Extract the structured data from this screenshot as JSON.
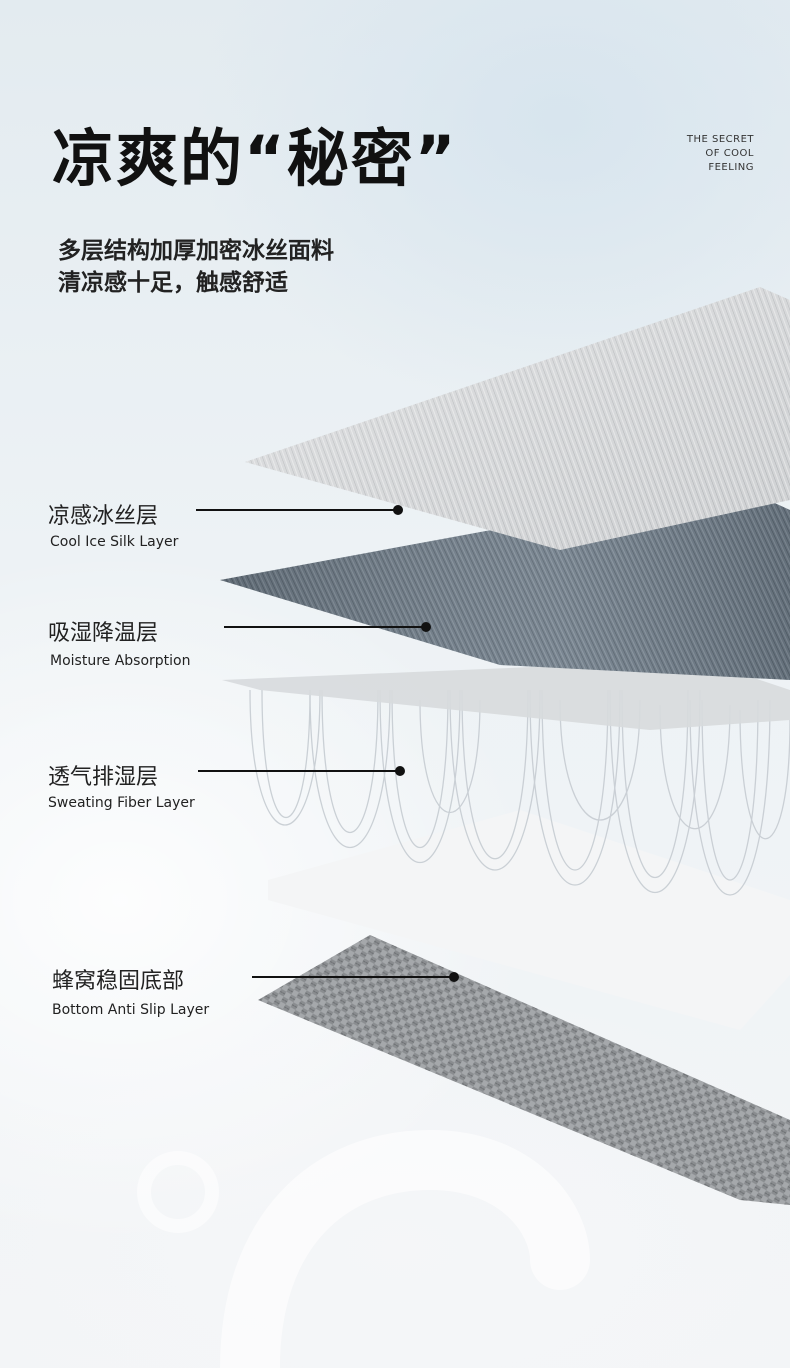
{
  "header": {
    "title": "凉爽的“秘密”",
    "tagline": [
      "THE SECRET",
      "OF COOL",
      "FEELING"
    ],
    "subtitle_lines": [
      "多层结构加厚加密冰丝面料",
      "清凉感十足，触感舒适"
    ]
  },
  "layers": [
    {
      "name_cn": "凉感冰丝层",
      "name_en": "Cool Ice Silk Layer"
    },
    {
      "name_cn": "吸湿降温层",
      "name_en": "Moisture  Absorption"
    },
    {
      "name_cn": "透气排湿层",
      "name_en": "Sweating Fiber Layer"
    },
    {
      "name_cn": "蜂窝稳固底部",
      "name_en": "Bottom Anti Slip Layer"
    }
  ]
}
